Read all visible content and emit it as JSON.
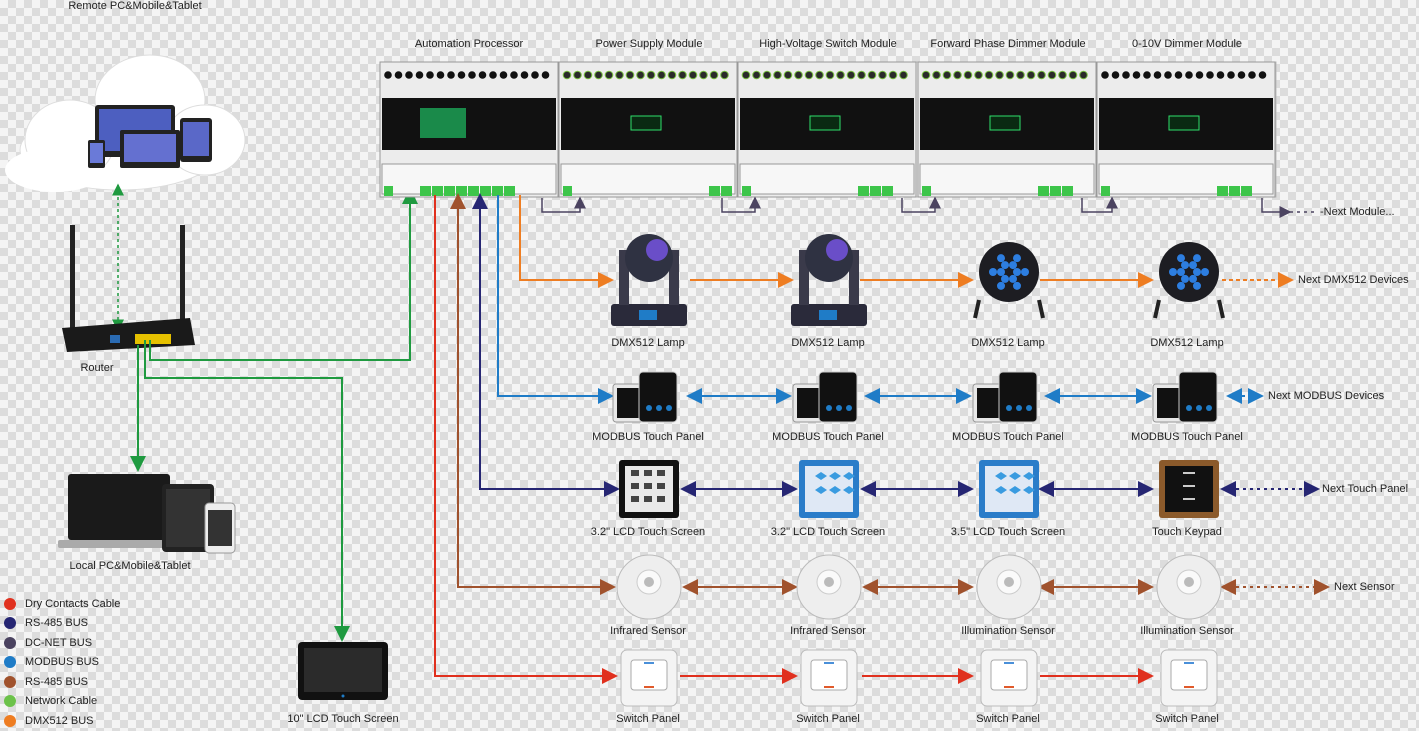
{
  "colors": {
    "dry_contacts": "#e0301e",
    "rs485_a": "#262673",
    "dcnet": "#4b4360",
    "modbus": "#1f7cc7",
    "rs485_b": "#a0522d",
    "network": "#6cc24a",
    "dmx": "#ee7d22",
    "green_wire": "#1f9a40"
  },
  "top_caption": "Remote PC&Mobile&Tablet",
  "modules": [
    {
      "label": "Automation Processor"
    },
    {
      "label": "Power Supply Module"
    },
    {
      "label": "High-Voltage Switch Module"
    },
    {
      "label": "Forward Phase Dimmer Module"
    },
    {
      "label": "0-10V Dimmer Module"
    }
  ],
  "next_module": "-Next Module...",
  "router": "Router",
  "local_devices": "Local PC&Mobile&Tablet",
  "lcd_10": "10\" LCD Touch Screen",
  "rows": {
    "dmx": {
      "items": [
        "DMX512 Lamp",
        "DMX512 Lamp",
        "DMX512 Lamp",
        "DMX512 Lamp"
      ],
      "next": "Next DMX512 Devices"
    },
    "modbus": {
      "items": [
        "MODBUS Touch Panel",
        "MODBUS Touch Panel",
        "MODBUS Touch Panel",
        "MODBUS Touch Panel"
      ],
      "next": "Next MODBUS Devices"
    },
    "touch": {
      "items": [
        "3.2\" LCD Touch Screen",
        "3.2\" LCD Touch Screen",
        "3.5\" LCD Touch Screen",
        "Touch Keypad"
      ],
      "next": "Next Touch Panel"
    },
    "sensor": {
      "items": [
        "Infrared Sensor",
        "Infrared Sensor",
        "Illumination Sensor",
        "Illumination Sensor"
      ],
      "next": "Next Sensor"
    },
    "switch": {
      "items": [
        "Switch Panel",
        "Switch Panel",
        "Switch Panel",
        "Switch Panel"
      ]
    }
  },
  "legend": [
    {
      "label": "Dry Contacts Cable",
      "color": "#e0301e"
    },
    {
      "label": "RS-485  BUS",
      "color": "#262673"
    },
    {
      "label": "DC-NET BUS",
      "color": "#4b4360"
    },
    {
      "label": "MODBUS BUS",
      "color": "#1f7cc7"
    },
    {
      "label": "RS-485 BUS",
      "color": "#a0522d"
    },
    {
      "label": "Network Cable",
      "color": "#6cc24a"
    },
    {
      "label": "DMX512 BUS",
      "color": "#ee7d22"
    }
  ]
}
